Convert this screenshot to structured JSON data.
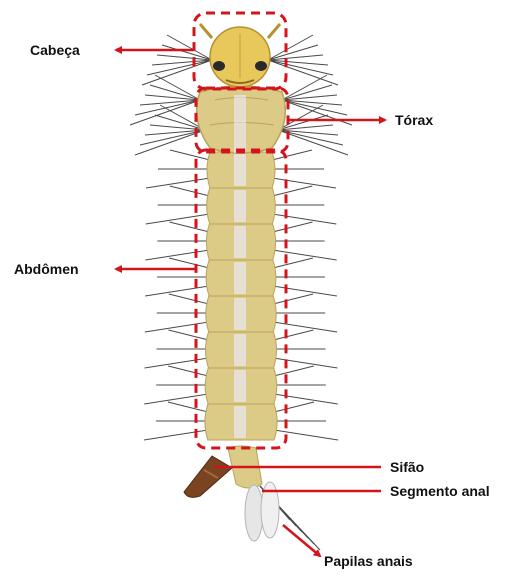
{
  "labels": {
    "head": "Cabeça",
    "thorax": "Tórax",
    "abdomen": "Abdômen",
    "siphon": "Sifão",
    "anal_segment": "Segmento anal",
    "anal_papillae": "Papilas anais"
  },
  "colors": {
    "annotation": "#d4141b",
    "head_fill": "#e8c85a",
    "body_fill": "#dccb86",
    "body_shade": "#b7a35a",
    "midline": "#ece6ee",
    "siphon_fill": "#7a4421",
    "setae": "#4a4a4a",
    "papillae": "#e6e6e6"
  }
}
